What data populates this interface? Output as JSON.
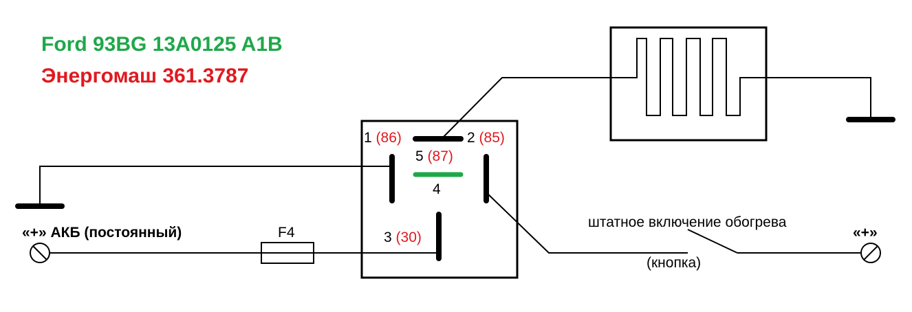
{
  "title_line1": "Ford 93BG 13A0125 A1B",
  "title_line2": "Энергомаш 361.3787",
  "colors": {
    "green": "#1fa84a",
    "red": "#e0191f",
    "black": "#000000"
  },
  "relay": {
    "pin1_num": "1",
    "pin1_code": "(86)",
    "pin2_num": "2",
    "pin2_code": "(85)",
    "pin5_num": "5",
    "pin5_code": "(87)",
    "pin4_num": "4",
    "pin3_num": "3",
    "pin3_code": "(30)"
  },
  "labels": {
    "battery": "«+» АКБ (постоянный)",
    "fuse": "F4",
    "switch": "штатное включение обогрева",
    "button": "(кнопка)",
    "plus_right": "«+»"
  },
  "icons": [
    "ground-symbol",
    "terminal-symbol",
    "heater-element",
    "fuse-symbol",
    "switch-symbol"
  ]
}
